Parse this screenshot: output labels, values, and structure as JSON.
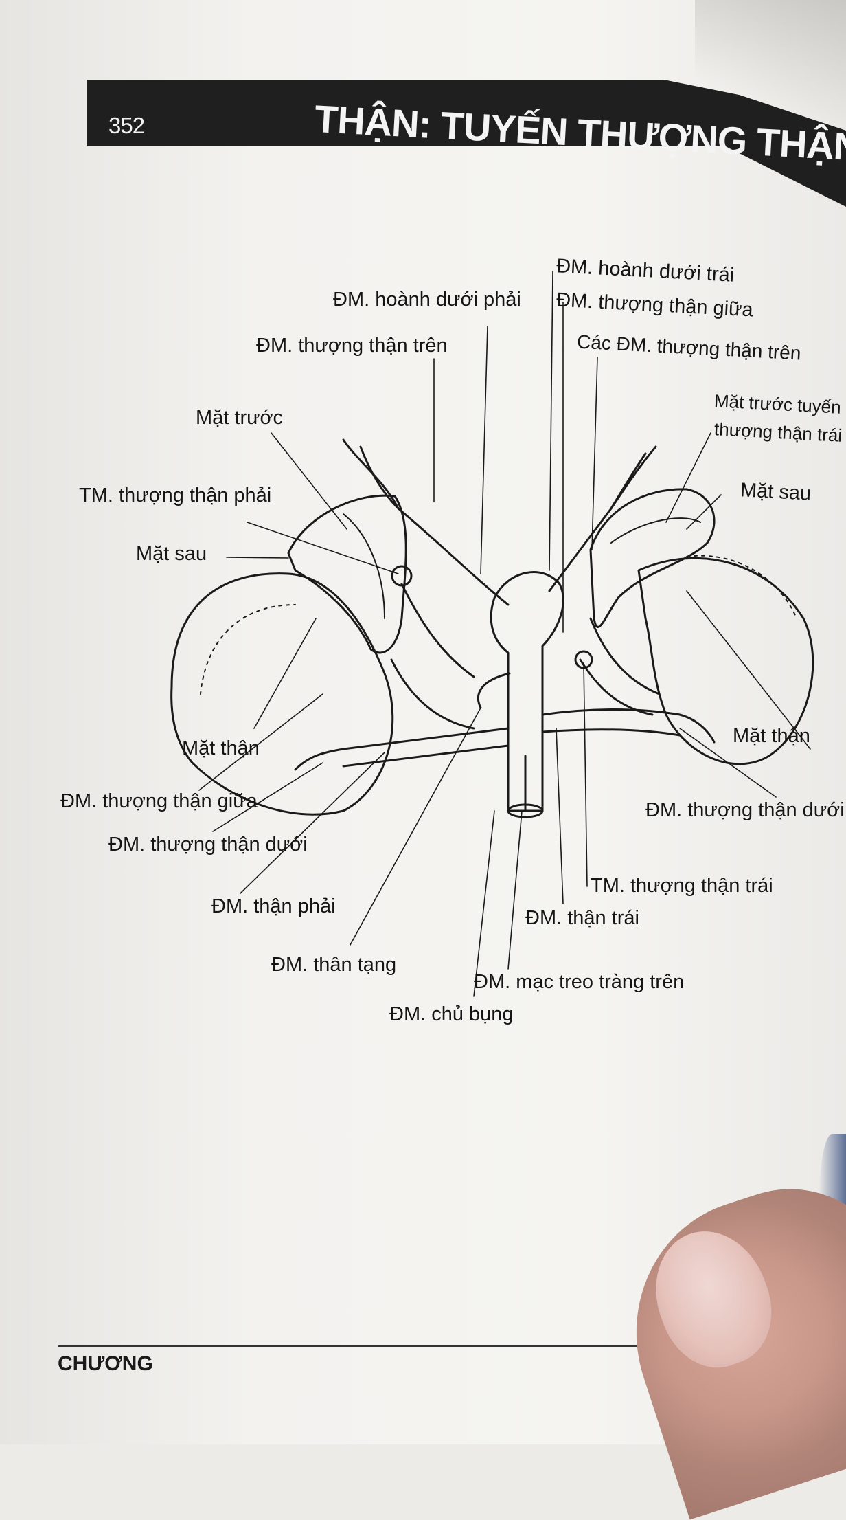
{
  "header": {
    "page_number": "352",
    "title": "THẬN: TUYẾN THƯỢNG THẬN"
  },
  "figure": {
    "labels": [
      "ĐM. hoành dưới trái",
      "ĐM. hoành dưới phải",
      "ĐM. thượng thận giữa",
      "ĐM. thượng thận trên",
      "Các ĐM. thượng thận trên",
      "Mặt trước",
      "Mặt trước tuyến",
      "thượng thận trái",
      "TM. thượng thận phải",
      "Mặt sau",
      "Mặt sau",
      "Mặt thận",
      "Mặt thận",
      "ĐM. thượng thận giữa",
      "ĐM. thượng thận dưới",
      "ĐM. thượng thận dưới",
      "ĐM. thận phải",
      "TM. thượng thận trái",
      "ĐM. thận trái",
      "ĐM. thân tạng",
      "ĐM. mạc treo tràng trên",
      "ĐM. chủ bụng"
    ]
  },
  "footer": {
    "chapter_label": "CHƯƠNG"
  }
}
